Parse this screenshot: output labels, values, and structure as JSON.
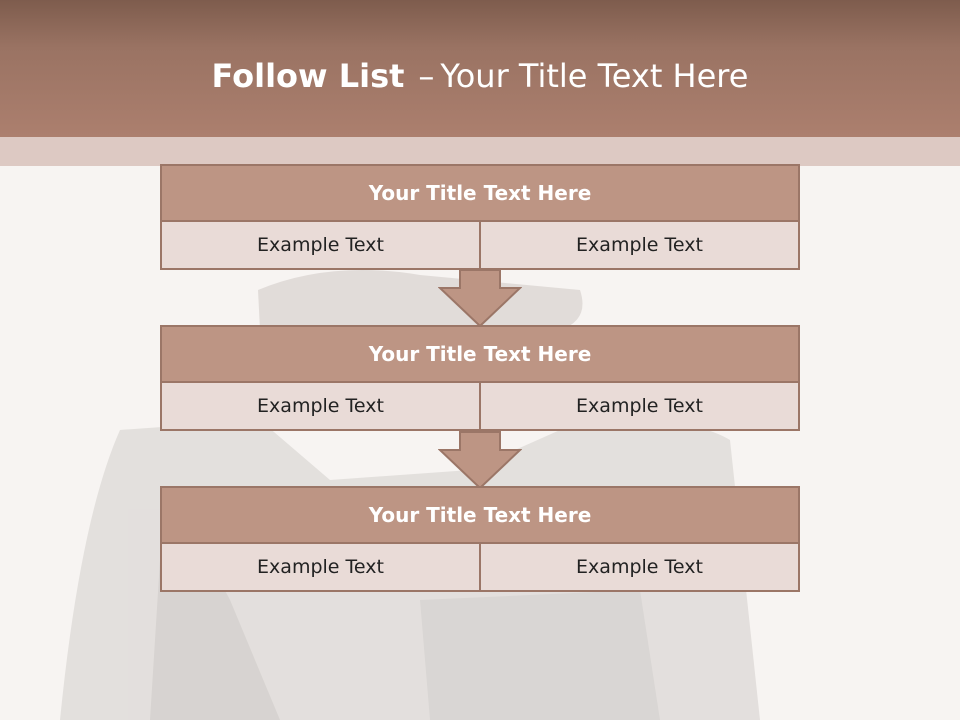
{
  "header": {
    "title_bold": "Follow List",
    "title_dash": "–",
    "title_rest": "Your Title Text Here"
  },
  "blocks": [
    {
      "title": "Your Title Text Here",
      "left": "Example Text",
      "right": "Example Text"
    },
    {
      "title": "Your Title Text Here",
      "left": "Example Text",
      "right": "Example Text"
    },
    {
      "title": "Your Title Text Here",
      "left": "Example Text",
      "right": "Example Text"
    }
  ],
  "colors": {
    "header": "#ac7f6e",
    "block_title": "#bd9584",
    "block_cell": "#e9dbd7",
    "border": "#9b7667"
  }
}
